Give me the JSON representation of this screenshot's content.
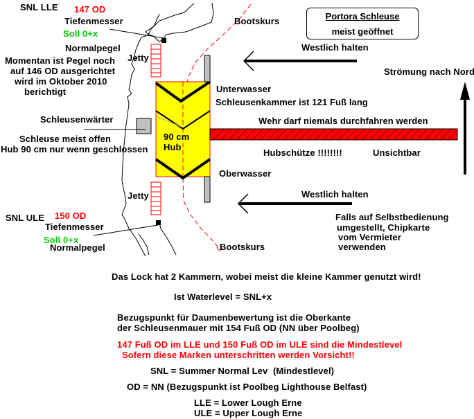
{
  "diagram": {
    "title_box": {
      "title": "Portora Schleuse",
      "subtitle": "meist geöffnet"
    },
    "upper_left": {
      "snl_label": "SNL LLE",
      "od_value": "147 OD",
      "gauge_label": "Tiefenmesser",
      "soll_label": "Soll 0+x",
      "normal_label": "Normalpegel",
      "note_lines": [
        "Momentan ist Pegel noch",
        "auf 146 OD ausgerichtet",
        "wird im Oktober 2010",
        "berichtigt"
      ]
    },
    "lower_left": {
      "snl_label": "SNL ULE",
      "od_value": "150 OD",
      "gauge_label": "Tiefenmesser",
      "soll_label": "Soll 0+x",
      "normal_label": "Normalpegel"
    },
    "lock": {
      "jetty_top": "Jetty",
      "jetty_bottom": "Jetty",
      "hub_lines": [
        "90 cm",
        "Hub"
      ],
      "keeper_label": "Schleusenwärter",
      "keeper_note_lines": [
        "Schleuse meist offen",
        "Hub 90 cm nur wenn geschlossen"
      ],
      "unterwasser": "Unterwasser",
      "chamber_length": "Schleusenkammer ist 121 Fuß lang",
      "oberwasser": "Oberwasser",
      "boat_course_top": "Bootskurs",
      "boat_course_bottom": "Bootskurs"
    },
    "weir": {
      "warning": "Wehr darf niemals durchfahren werden",
      "hubschuetze": "Hubschütze !!!!!!!!",
      "invisible": "Unsichtbar"
    },
    "arrows": {
      "keep_west_top": "Westlich halten",
      "keep_west_bottom": "Westlich halten",
      "current": "Strömung nach Nord"
    },
    "self_service_lines": [
      "Falls auf Selbstbedienung",
      "umgestellt, Chipkarte",
      "vom Vermieter",
      "verwenden"
    ],
    "notes": {
      "chambers": "Das Lock hat 2 Kammern, wobei meist die kleine Kammer genutzt wird!",
      "waterlevel": "Ist Waterlevel = SNL+x",
      "reference_lines": [
        "Bezugspunkt für Daumenbewertung ist die Oberkante",
        "der Schleusenmauer mit 154 Fuß OD (NN über Poolbeg)"
      ],
      "warning_lines": [
        "147 Fuß OD im LLE und 150 Fuß OD im ULE sind die Mindestlevel",
        "Sofern diese Marken unterschritten werden Vorsicht!!"
      ],
      "snl_def_a": "SNL = Summer Normal Lev",
      "snl_def_b": "(Mindestlevel)",
      "od_def": "OD = NN (Bezugspunkt ist Poolbeg Lighthouse Belfast)",
      "lle_def": "LLE = Lower Lough Erne",
      "ule_def": "ULE = Upper Lough Erne"
    },
    "colors": {
      "lock_fill": "#ffff00",
      "weir_fill": "#ff0000",
      "warning_text": "#ff0000",
      "soll_text": "#00d000",
      "pillar_fill": "#c0c0c0"
    }
  }
}
